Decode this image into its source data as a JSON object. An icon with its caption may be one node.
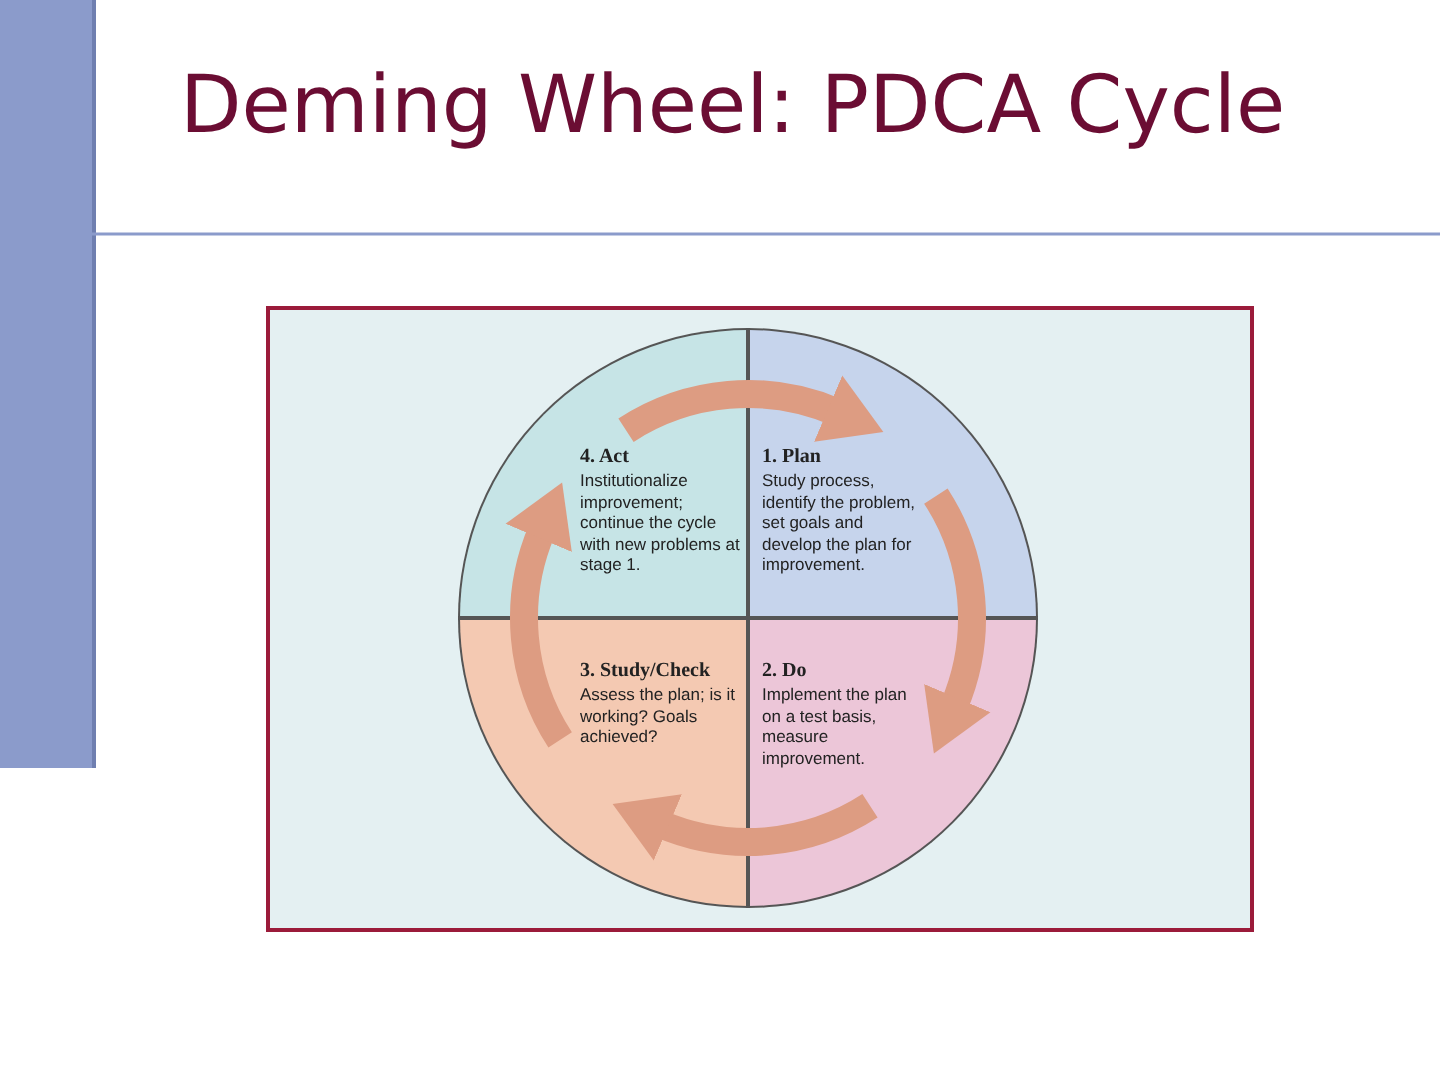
{
  "diagram": {
    "title": "Deming Wheel: PDCA Cycle",
    "nodes": [
      {
        "text": [
          "4. Act",
          "Institutionalize improvement; continue the cycle with new problems at stage 1."
        ]
      },
      {
        "text": [
          "1. Plan",
          "Study process, identify the problem, set goals and develop the plan for improvement."
        ]
      },
      {
        "text": [
          "3. Study/Check",
          "Assess the plan; is it working? Goals achieved?"
        ]
      },
      {
        "text": [
          "2. Do",
          "Implement the plan on a test basis, measure improvement."
        ]
      }
    ],
    "edges": [
      {
        "from": 0,
        "to": 1,
        "arrow": "to"
      },
      {
        "from": 1,
        "to": 3,
        "arrow": "to"
      },
      {
        "from": 3,
        "to": 2,
        "arrow": "to"
      },
      {
        "from": 2,
        "to": 0,
        "arrow": "to"
      }
    ]
  }
}
